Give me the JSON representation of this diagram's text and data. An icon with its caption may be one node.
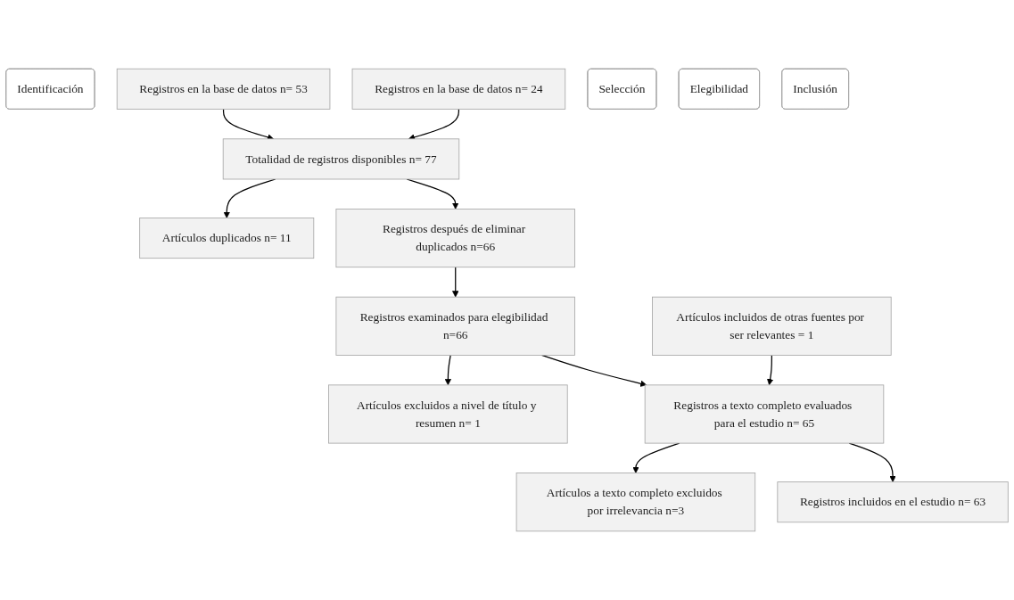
{
  "diagram": {
    "nodes": [
      {
        "text": [
          "Identificación"
        ]
      },
      {
        "text": [
          "Registros en la base de datos n= 53"
        ]
      },
      {
        "text": [
          "Registros en la base de datos n= 24"
        ]
      },
      {
        "text": [
          "Totalidad de registros disponibles n= 77"
        ]
      },
      {
        "text": [
          "Artículos duplicados n= 11"
        ]
      },
      {
        "text": [
          "Selección"
        ]
      },
      {
        "text": [
          "Registros después de eliminar duplicados n=66"
        ]
      },
      {
        "text": [
          "Elegibilidad"
        ]
      },
      {
        "text": [
          "Registros examinados para elegibilidad n=66"
        ]
      },
      {
        "text": [
          "Artículos excluidos a nivel de título y resumen n= 1"
        ]
      },
      {
        "text": [
          "Registros a texto completo evaluados para el estudio n= 65"
        ]
      },
      {
        "text": [
          "Artículos a texto completo excluidos por irrelevancia n=3"
        ]
      },
      {
        "text": [
          "Artículos incluidos de otras fuentes por ser relevantes = 1"
        ]
      },
      {
        "text": [
          "Inclusión"
        ]
      },
      {
        "text": [
          "Registros incluidos en el estudio n= 63"
        ]
      }
    ],
    "edges": [
      {
        "from": 1,
        "to": 3,
        "arrow": "to"
      },
      {
        "from": 2,
        "to": 3,
        "arrow": "to"
      },
      {
        "from": 3,
        "to": 4,
        "arrow": "to"
      },
      {
        "from": 3,
        "to": 6,
        "arrow": "to"
      },
      {
        "from": 6,
        "to": 8,
        "arrow": "to"
      },
      {
        "from": 8,
        "to": 9,
        "arrow": "to"
      },
      {
        "from": 8,
        "to": 10,
        "arrow": "to"
      },
      {
        "from": 10,
        "to": 11,
        "arrow": "to"
      },
      {
        "from": 12,
        "to": 10,
        "arrow": "to"
      },
      {
        "from": 10,
        "to": 14,
        "arrow": "to"
      }
    ]
  }
}
